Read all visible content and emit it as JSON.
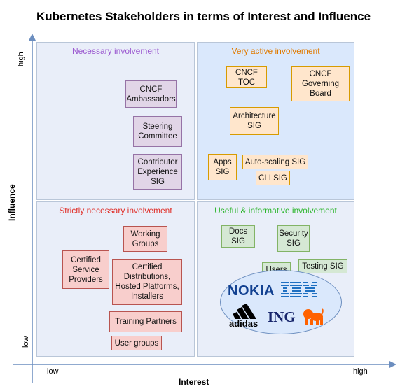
{
  "title": "Kubernetes Stakeholders in terms of Interest and Influence",
  "axes": {
    "x_title": "Interest",
    "y_title": "Influence",
    "x_low": "low",
    "x_high": "high",
    "y_low": "low",
    "y_high": "high"
  },
  "quadrants": {
    "top_left": {
      "label": "Necessary involvement",
      "color": "#9b59d0"
    },
    "top_right": {
      "label": "Very active involvement",
      "color": "#e07b00"
    },
    "bottom_left": {
      "label": "Strictly necessary involvement",
      "color": "#e0302a"
    },
    "bottom_right": {
      "label": "Useful & informative involvement",
      "color": "#2cb52c"
    }
  },
  "stakeholders": {
    "cncf_ambassadors": "CNCF\nAmbassadors",
    "steering_committee": "Steering\nCommittee",
    "contributor_experience_sig": "Contributor\nExperience\nSIG",
    "cncf_toc": "CNCF\nTOC",
    "cncf_governing_board": "CNCF\nGoverning\nBoard",
    "architecture_sig": "Architecture\nSIG",
    "apps_sig": "Apps\nSIG",
    "auto_scaling_sig": "Auto-scaling SIG",
    "cli_sig": "CLI SIG",
    "working_groups": "Working\nGroups",
    "certified_service_providers": "Certified\nService\nProviders",
    "certified_distributions": "Certified\nDistributions,\nHosted Platforms,\nInstallers",
    "training_partners": "Training Partners",
    "user_groups": "User groups",
    "docs_sig": "Docs\nSIG",
    "security_sig": "Security\nSIG",
    "users": "Users",
    "testing_sig": "Testing SIG"
  },
  "logos": {
    "nokia": "NOKIA",
    "ibm": "IBM",
    "adidas": "adidas",
    "ing": "ING"
  }
}
